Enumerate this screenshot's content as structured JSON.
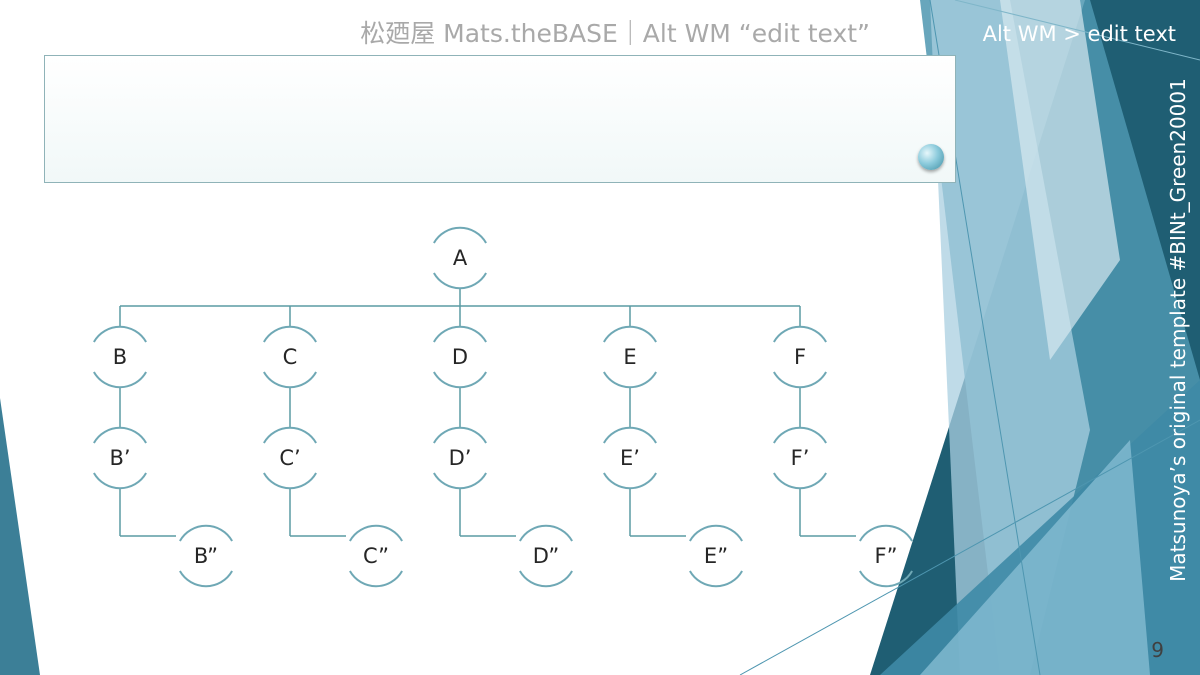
{
  "header": {
    "title": "松廼屋 Mats.theBASE｜Alt WM “edit text”",
    "section_label": "Alt WM > edit text",
    "vertical_text": "Matsunoya’s original template #BINt_Green20001"
  },
  "page_number": "9",
  "colors": {
    "accent_dark": "#1f5e73",
    "accent_mid": "#4e96b0",
    "accent_light": "#a9cfe0",
    "connector": "#5a9ba3",
    "node_arc": "#6fa8b5"
  },
  "diagram": {
    "root": {
      "id": "A",
      "label": "A"
    },
    "columns": [
      {
        "level1": "B",
        "level2": "B’",
        "level3": "B”"
      },
      {
        "level1": "C",
        "level2": "C’",
        "level3": "C”"
      },
      {
        "level1": "D",
        "level2": "D’",
        "level3": "D”"
      },
      {
        "level1": "E",
        "level2": "E’",
        "level3": "E”"
      },
      {
        "level1": "F",
        "level2": "F’",
        "level3": "F”"
      }
    ]
  }
}
